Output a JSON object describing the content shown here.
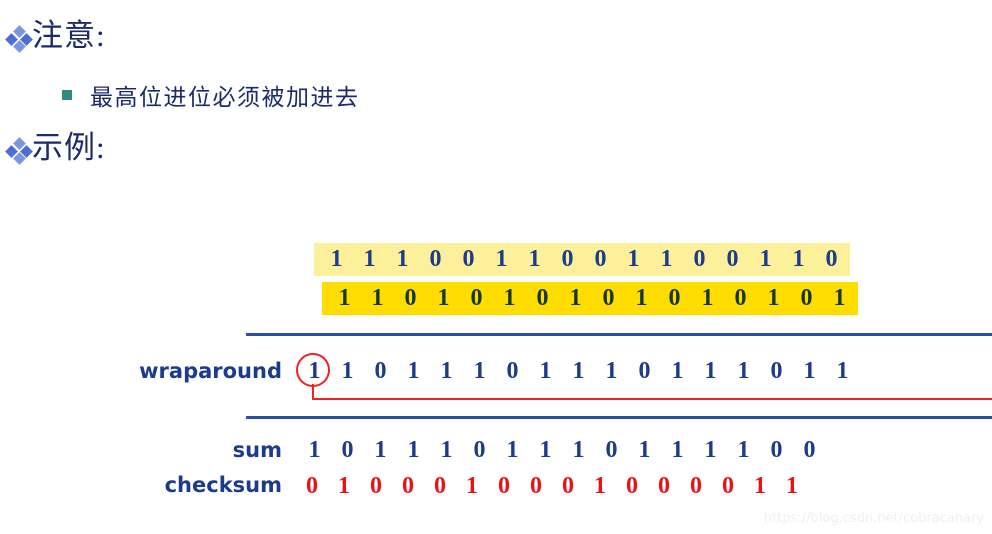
{
  "slide": {
    "bullets": [
      {
        "level": 1,
        "marker": "diamond-bullet",
        "text": "注意:"
      },
      {
        "level": 2,
        "marker": "square-bullet",
        "text": "最高位进位必须被加进去"
      },
      {
        "level": 1,
        "marker": "diamond-bullet",
        "text": "示例:"
      }
    ],
    "labels": {
      "wraparound": "wraparound",
      "sum": "sum",
      "checksum": "checksum"
    },
    "binary_rows": {
      "addend_1": "1110011001100110",
      "addend_2": "1101010101010101",
      "wraparound_carry": "1",
      "wraparound_value": "1011101110111011",
      "sum": "1011101110111100",
      "checksum": "0100010001000011"
    },
    "colors": {
      "text_blue": "#1b3c8c",
      "heading_blue": "#1b2a6b",
      "highlight_light_yellow": "#fcf09a",
      "highlight_gold": "#ffdd00",
      "row2_digit_green": "#14381d",
      "checksum_red": "#ee1111",
      "rule_blue": "#2a4fa8",
      "carry_red": "#ee2222",
      "square_bullet_teal": "#2e8b83",
      "diamond_bullet_blue": "#4a6fd4"
    },
    "watermark": "https://blog.csdn.net/cobracanary"
  }
}
